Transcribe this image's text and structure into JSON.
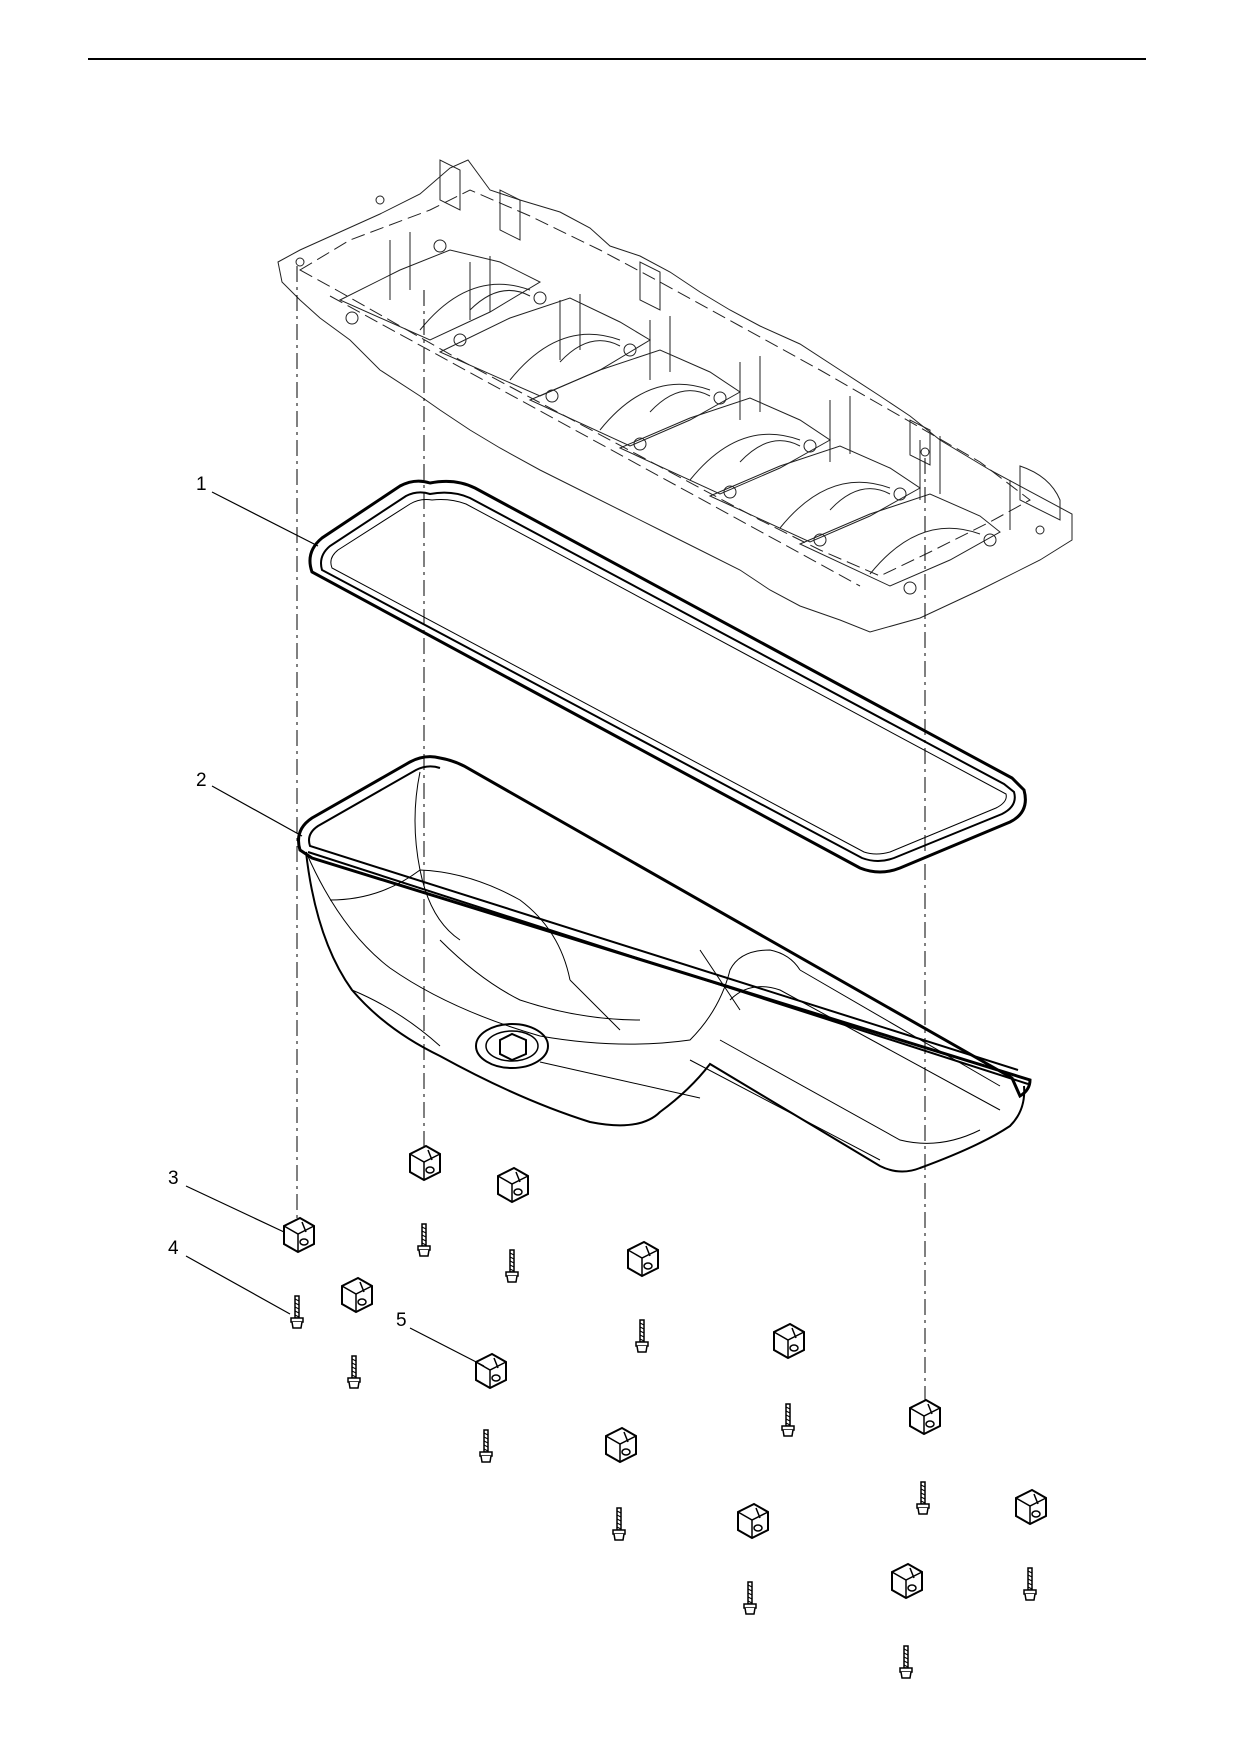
{
  "diagram": {
    "callouts": [
      {
        "id": "c1",
        "label": "1"
      },
      {
        "id": "c2",
        "label": "2"
      },
      {
        "id": "c3",
        "label": "3"
      },
      {
        "id": "c4",
        "label": "4"
      },
      {
        "id": "c5",
        "label": "5"
      }
    ],
    "colors": {
      "line": "#000000",
      "thin": "#333333",
      "background": "#ffffff"
    }
  }
}
